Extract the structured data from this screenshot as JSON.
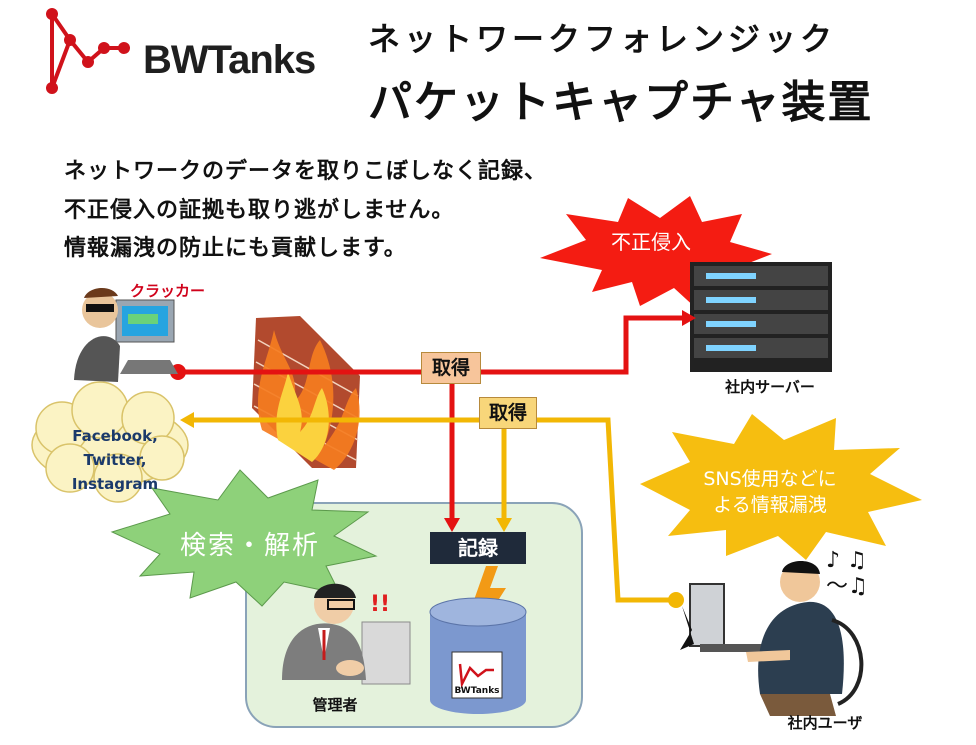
{
  "brand": {
    "name": "BWTanks",
    "color": "#d0121b"
  },
  "title": {
    "line1": "ネットワークフォレンジック",
    "line2": "パケットキャプチャ装置"
  },
  "lead": [
    "ネットワークのデータを取りこぼしなく記録、",
    "不正侵入の証拠も取り逃がしません。",
    "情報漏洩の防止にも貢献します。"
  ],
  "diagram": {
    "actors": {
      "cracker": "クラッカー",
      "server": "社内サーバー",
      "admin": "管理者",
      "user": "社内ユーザ"
    },
    "tags": {
      "capture_red": "取得",
      "capture_yellow": "取得",
      "record": "記録"
    },
    "bursts": {
      "intrusion": "不正侵入",
      "analysis": "検索・解析",
      "sns_leak": [
        "SNS使用などに",
        "よる情報漏洩"
      ]
    },
    "cloud": [
      "Facebook, Twitter,",
      "Instagram"
    ],
    "db_logo": "BWTanks",
    "exclaim": "!!",
    "notes": "♪ ♫\n～♫"
  },
  "colors": {
    "red_flow": "#e41212",
    "yellow_flow": "#f2b705",
    "panel_bg": "#e4f2dc",
    "panel_border": "#8aa3b8",
    "burst_red": "#f41c12",
    "burst_green": "#8ed17a",
    "burst_yellow": "#f6be10",
    "db_blue": "#7c98cf",
    "cloud_fill": "#fbf3c4"
  }
}
